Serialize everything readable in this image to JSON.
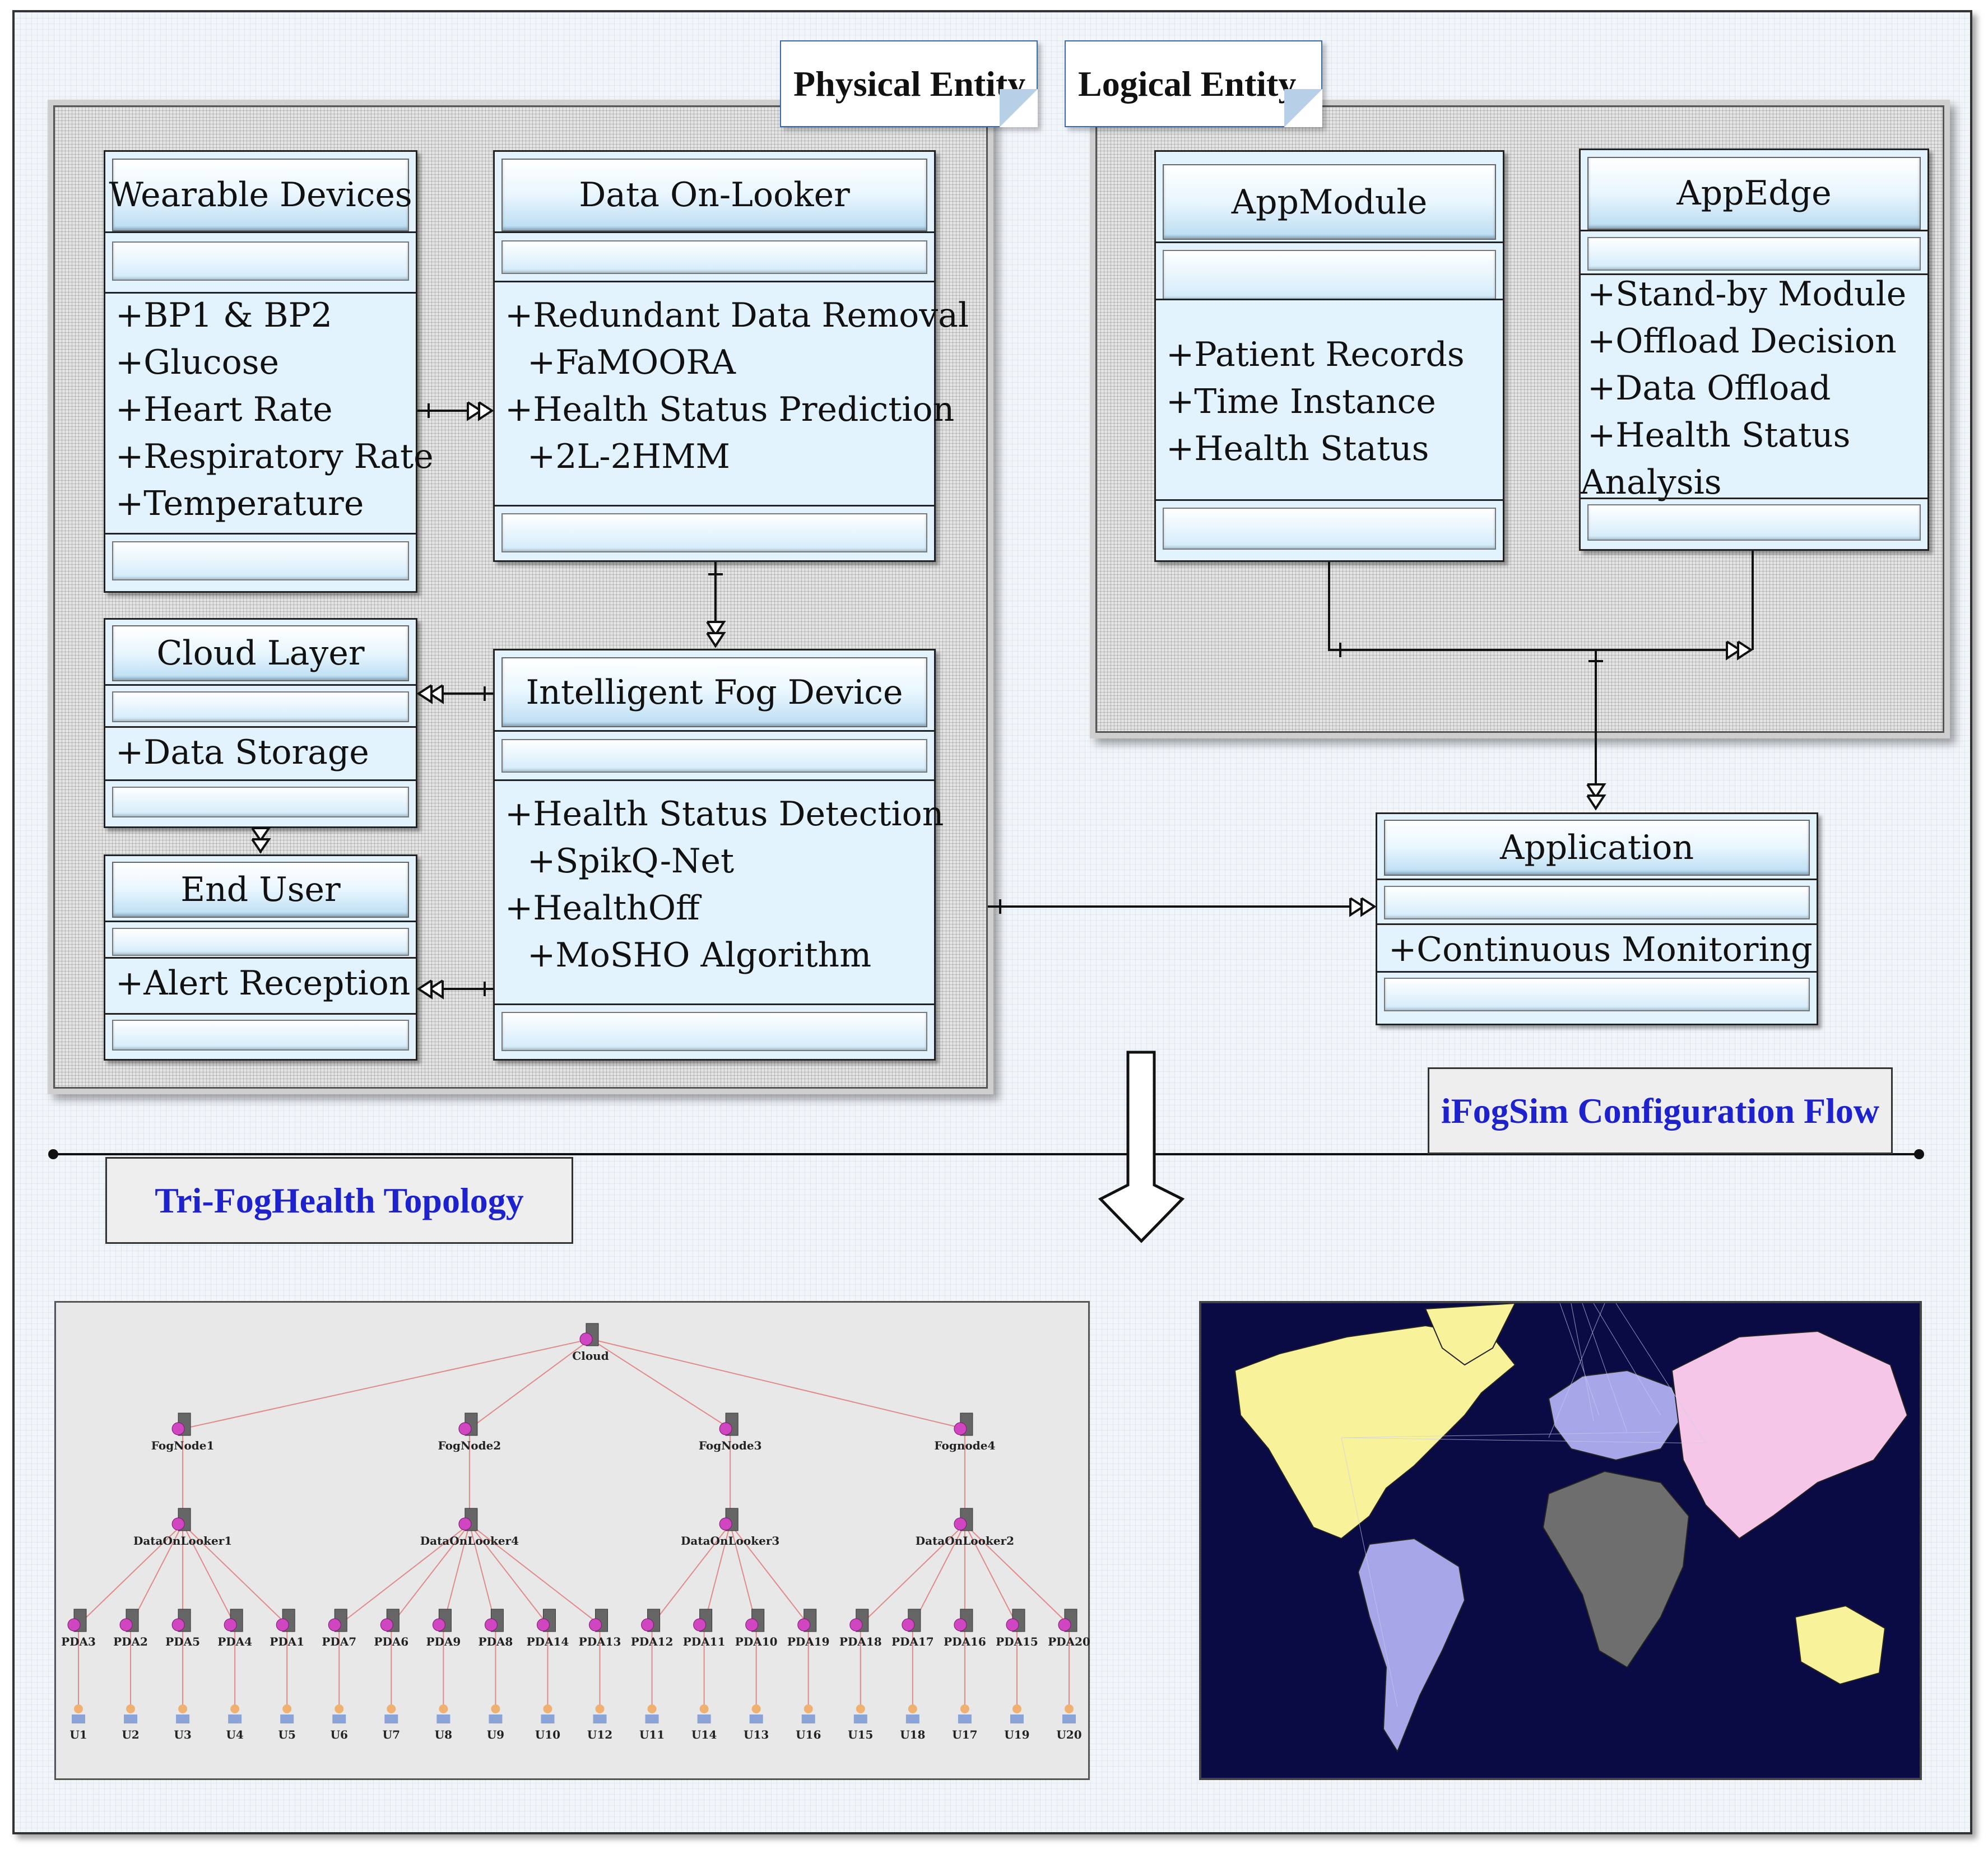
{
  "tabs": {
    "physical_entity": "Physical Entity",
    "logical_entity": "Logical Entity"
  },
  "classes": {
    "wearable": {
      "title": "Wearable Devices",
      "items": [
        "+BP1 & BP2",
        "+Glucose",
        "+Heart Rate",
        "+Respiratory Rate",
        "+Temperature"
      ]
    },
    "onlooker": {
      "title": "Data On-Looker",
      "items": [
        "+Redundant Data Removal",
        "+FaMOORA",
        "+Health Status Prediction",
        "+2L-2HMM"
      ]
    },
    "cloud_layer": {
      "title": "Cloud Layer",
      "items": [
        "+Data Storage"
      ]
    },
    "end_user": {
      "title": "End User",
      "items": [
        "+Alert Reception"
      ]
    },
    "fog_device": {
      "title": "Intelligent Fog Device",
      "items": [
        "+Health Status Detection",
        "+SpikQ-Net",
        "+HealthOff",
        "+MoSHO Algorithm"
      ]
    },
    "app_module": {
      "title": "AppModule",
      "items": [
        "+Patient Records",
        "+Time Instance",
        "+Health Status"
      ]
    },
    "app_edge": {
      "title": "AppEdge",
      "items": [
        "+Stand-by Module",
        "+Offload Decision",
        "+Data Offload",
        "+Health Status",
        "Analysis"
      ]
    },
    "application": {
      "title": "Application",
      "items": [
        "+Continuous Monitoring"
      ]
    }
  },
  "section_labels": {
    "ifogsim": "iFogSim Configuration Flow",
    "topology": "Tri-FogHealth Topology"
  },
  "topology": {
    "root": "Cloud",
    "fog_nodes": [
      "FogNode1",
      "FogNode2",
      "FogNode3",
      "Fognode4"
    ],
    "onlookers": [
      "DataOnLooker1",
      "DataOnLooker4",
      "DataOnLooker3",
      "DataOnLooker2"
    ],
    "pdas": [
      "PDA3",
      "PDA2",
      "PDA5",
      "PDA4",
      "PDA1",
      "PDA7",
      "PDA6",
      "PDA9",
      "PDA8",
      "PDA14",
      "PDA13",
      "PDA12",
      "PDA11",
      "PDA10",
      "PDA19",
      "PDA18",
      "PDA17",
      "PDA16",
      "PDA15",
      "PDA20"
    ],
    "users": [
      "U1",
      "U2",
      "U3",
      "U4",
      "U5",
      "U6",
      "U7",
      "U8",
      "U9",
      "U10",
      "U12",
      "U11",
      "U14",
      "U13",
      "U16",
      "U15",
      "U18",
      "U17",
      "U19",
      "U20"
    ],
    "pda_groups": [
      5,
      6,
      4,
      5
    ]
  },
  "colors": {
    "class_fill": "#e2f3fd",
    "label_text": "#1d22cc",
    "topology_edge": "#e08a8a",
    "map_background": "#0a0a44"
  }
}
